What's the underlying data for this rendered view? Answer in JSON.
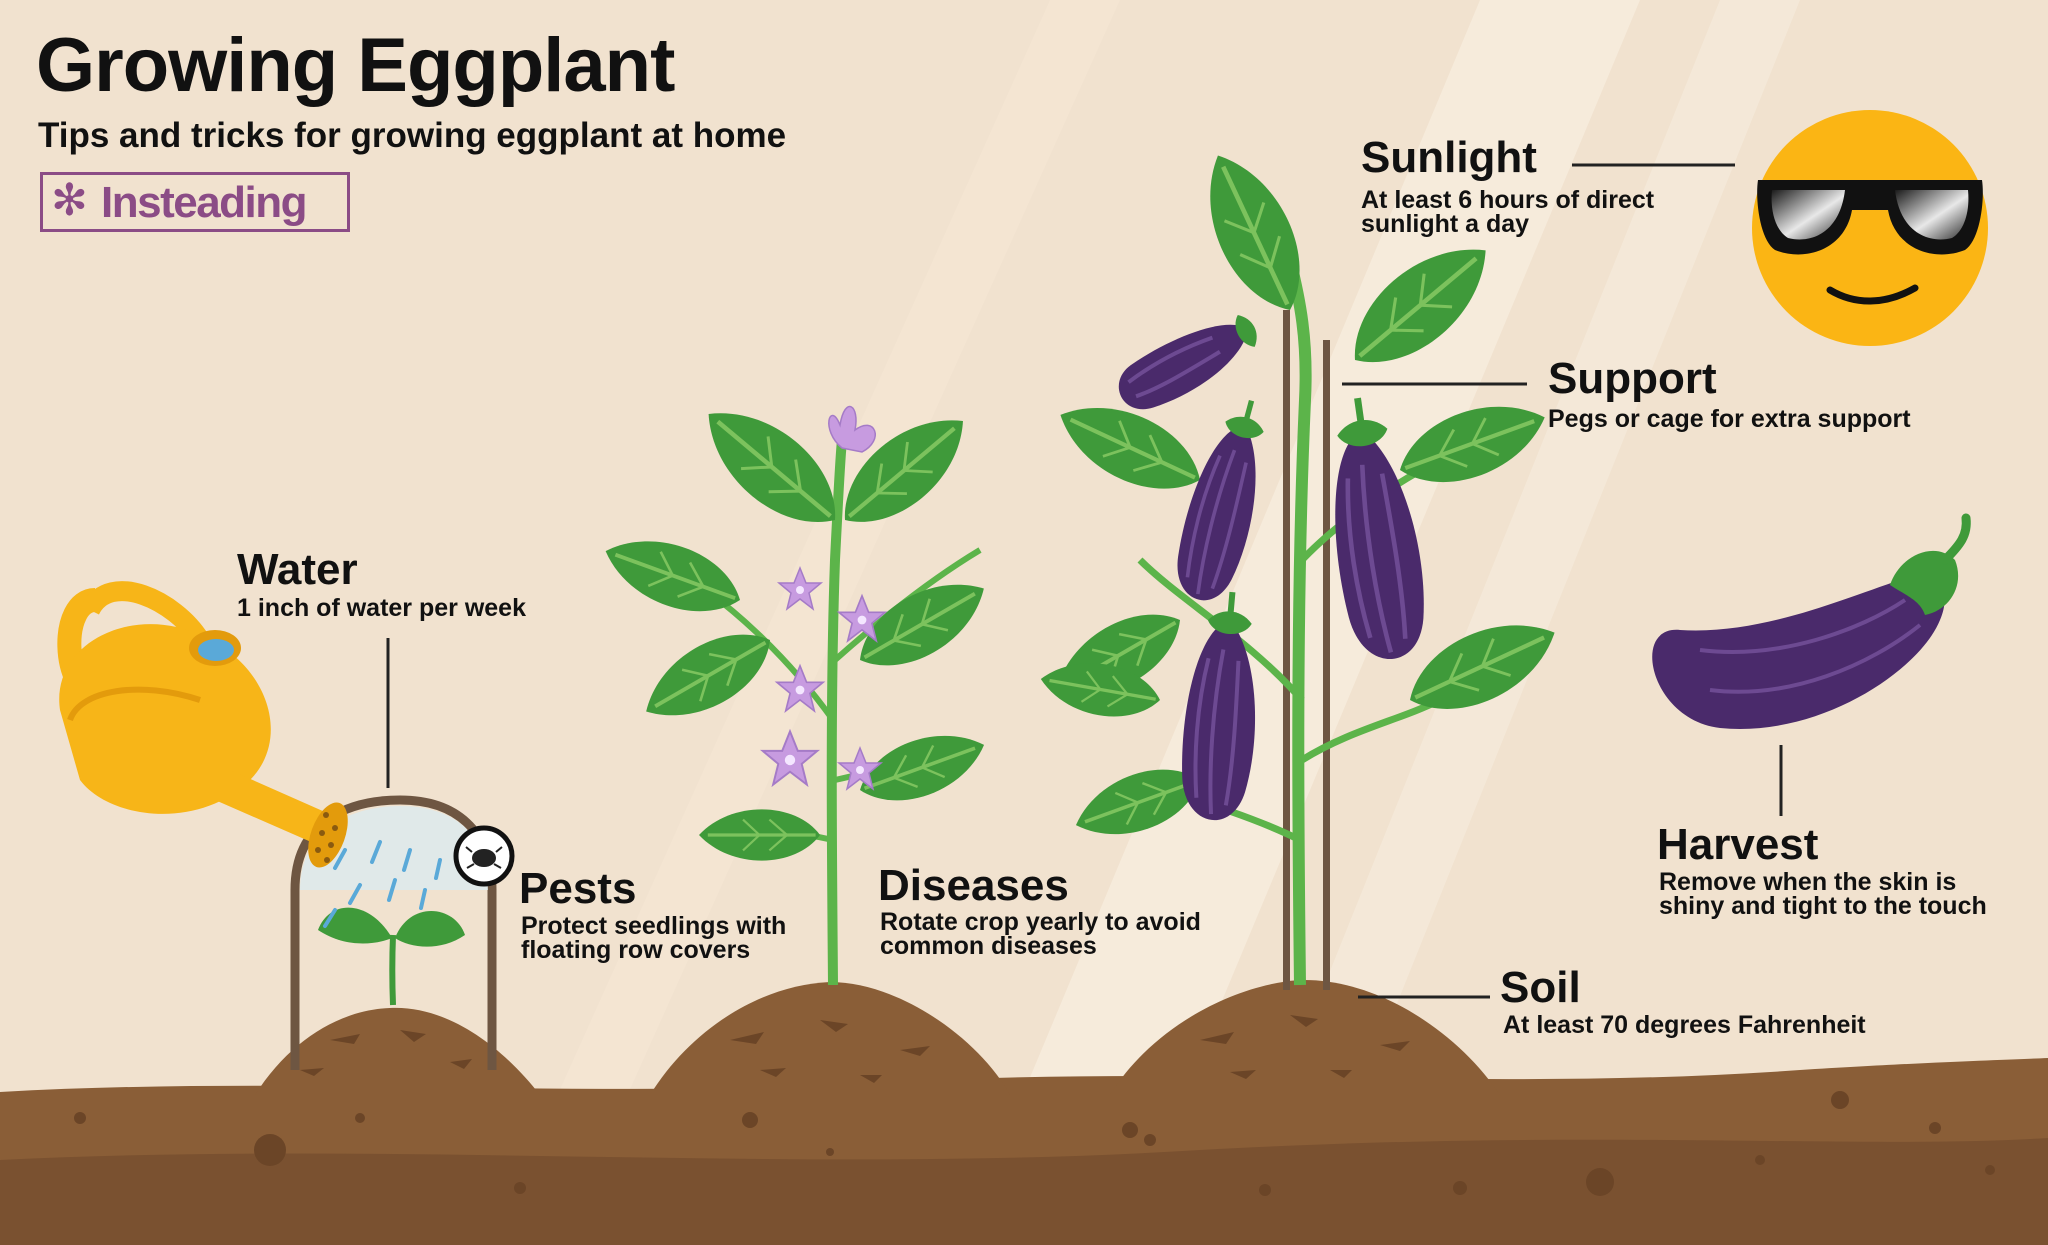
{
  "header": {
    "title": "Growing Eggplant",
    "subtitle": "Tips and tricks for growing eggplant at home",
    "logo_text": "Insteading"
  },
  "callouts": {
    "water": {
      "heading": "Water",
      "text": "1 inch of water per week"
    },
    "pests": {
      "heading": "Pests",
      "line1": "Protect seedlings with",
      "line2": "floating row covers"
    },
    "diseases": {
      "heading": "Diseases",
      "line1": "Rotate crop yearly to avoid",
      "line2": "common diseases"
    },
    "sunlight": {
      "heading": "Sunlight",
      "line1": "At least 6 hours of direct",
      "line2": "sunlight a day"
    },
    "support": {
      "heading": "Support",
      "text": "Pegs or cage for extra support"
    },
    "harvest": {
      "heading": "Harvest",
      "line1": "Remove when the skin is",
      "line2": "shiny and tight to the touch"
    },
    "soil": {
      "heading": "Soil",
      "text": "At least 70 degrees Fahrenheit"
    }
  },
  "colors": {
    "background": "#f1e2cf",
    "soil": "#8a5e37",
    "leaf": "#3f9a3a",
    "eggplant": "#4a2a6b",
    "flower": "#c79be0",
    "sun": "#fbb514",
    "watering_can": "#f7b518",
    "brand": "#8b4c86"
  }
}
